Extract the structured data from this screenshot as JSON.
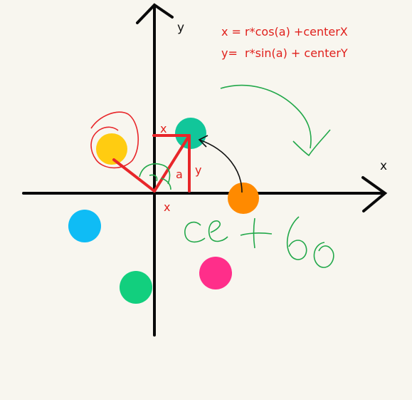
{
  "axes": {
    "x_label": "x",
    "y_label": "y"
  },
  "formulas": {
    "x": "x = r*cos(a) +centerX",
    "y": "y=  r*sin(a) + centerY"
  },
  "triangle": {
    "top_label": "x",
    "side_label": "y",
    "angle_label": "a",
    "bottom_label": "x"
  },
  "colors": {
    "background": "#f8f6ef",
    "axis": "#0a0a0a",
    "formula_text": "#e0201c",
    "triangle": "#e8262a",
    "annotation_green": "#22a84a",
    "arrow_black": "#111111",
    "dot_yellow": "#ffcc11",
    "dot_teal": "#11c69a",
    "dot_orange": "#ff8a00",
    "dot_blue": "#0fbcf5",
    "dot_green": "#12cf7e",
    "dot_pink": "#ff2e8a"
  },
  "dots": [
    {
      "name": "yellow",
      "color_key": "dot_yellow"
    },
    {
      "name": "teal",
      "color_key": "dot_teal"
    },
    {
      "name": "orange",
      "color_key": "dot_orange"
    },
    {
      "name": "blue",
      "color_key": "dot_blue"
    },
    {
      "name": "green",
      "color_key": "dot_green"
    },
    {
      "name": "pink",
      "color_key": "dot_pink"
    }
  ]
}
